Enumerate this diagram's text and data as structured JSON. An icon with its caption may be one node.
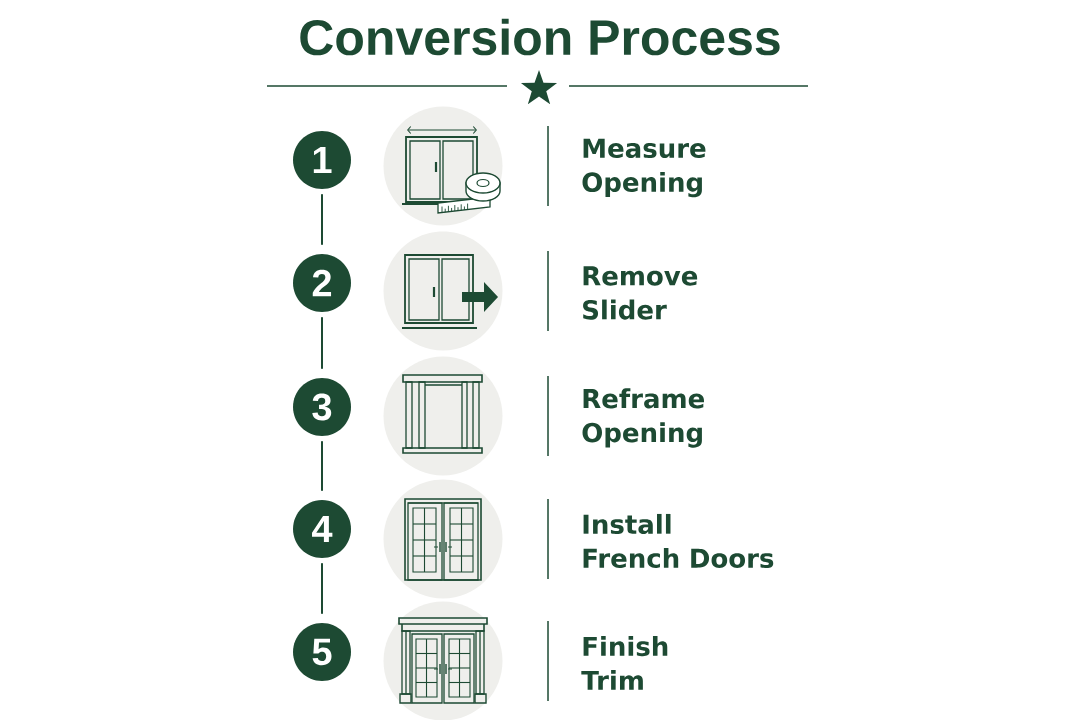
{
  "diagram": {
    "title": "Conversion Process",
    "nodes": [
      {
        "text": [
          "1"
        ]
      },
      {
        "text": [
          "2"
        ]
      },
      {
        "text": [
          "3"
        ]
      },
      {
        "text": [
          "4"
        ]
      },
      {
        "text": [
          "5"
        ]
      }
    ],
    "edges": [
      {
        "from": 0,
        "to": 1,
        "arrow": "none"
      },
      {
        "from": 1,
        "to": 2,
        "arrow": "none"
      },
      {
        "from": 2,
        "to": 3,
        "arrow": "none"
      },
      {
        "from": 3,
        "to": 4,
        "arrow": "none"
      }
    ],
    "labels": [
      "Measure Opening",
      "Remove Slider",
      "Reframe Opening",
      "Install French Doors",
      "Finish Trim"
    ]
  }
}
